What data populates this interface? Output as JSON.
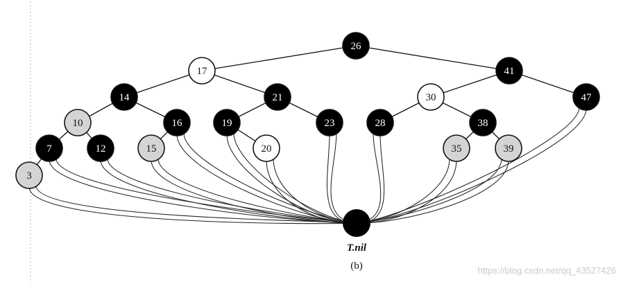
{
  "figure": {
    "nil_label": "T.nil",
    "caption": "(b)",
    "watermark": "https://blog.csdn.net/qq_43527426"
  },
  "tree": {
    "nodes": [
      {
        "id": "26",
        "label": "26",
        "color": "black"
      },
      {
        "id": "17",
        "label": "17",
        "color": "white"
      },
      {
        "id": "41",
        "label": "41",
        "color": "black"
      },
      {
        "id": "14",
        "label": "14",
        "color": "black"
      },
      {
        "id": "21",
        "label": "21",
        "color": "black"
      },
      {
        "id": "30",
        "label": "30",
        "color": "white"
      },
      {
        "id": "47",
        "label": "47",
        "color": "black"
      },
      {
        "id": "10",
        "label": "10",
        "color": "gray"
      },
      {
        "id": "16",
        "label": "16",
        "color": "black"
      },
      {
        "id": "19",
        "label": "19",
        "color": "black"
      },
      {
        "id": "23",
        "label": "23",
        "color": "black"
      },
      {
        "id": "28",
        "label": "28",
        "color": "black"
      },
      {
        "id": "38",
        "label": "38",
        "color": "black"
      },
      {
        "id": "7",
        "label": "7",
        "color": "black"
      },
      {
        "id": "12",
        "label": "12",
        "color": "black"
      },
      {
        "id": "15",
        "label": "15",
        "color": "gray"
      },
      {
        "id": "20",
        "label": "20",
        "color": "white"
      },
      {
        "id": "35",
        "label": "35",
        "color": "gray"
      },
      {
        "id": "39",
        "label": "39",
        "color": "gray"
      },
      {
        "id": "3",
        "label": "3",
        "color": "gray"
      }
    ],
    "edges": [
      [
        "26",
        "17"
      ],
      [
        "26",
        "41"
      ],
      [
        "17",
        "14"
      ],
      [
        "17",
        "21"
      ],
      [
        "41",
        "30"
      ],
      [
        "41",
        "47"
      ],
      [
        "14",
        "10"
      ],
      [
        "14",
        "16"
      ],
      [
        "21",
        "19"
      ],
      [
        "21",
        "23"
      ],
      [
        "30",
        "28"
      ],
      [
        "30",
        "38"
      ],
      [
        "10",
        "7"
      ],
      [
        "10",
        "12"
      ],
      [
        "16",
        "15"
      ],
      [
        "19",
        "20"
      ],
      [
        "38",
        "35"
      ],
      [
        "38",
        "39"
      ],
      [
        "7",
        "3"
      ]
    ],
    "nil_links": [
      "3",
      "7",
      "12",
      "15",
      "16",
      "19",
      "20",
      "23",
      "28",
      "35",
      "39",
      "47"
    ]
  }
}
